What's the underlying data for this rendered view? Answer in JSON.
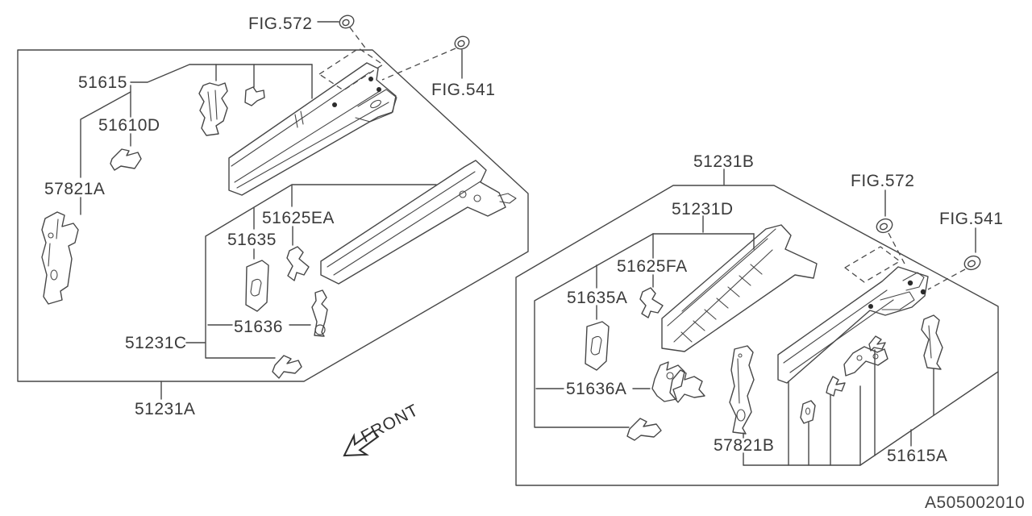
{
  "diagram": {
    "kind": "parts-exploded-diagram",
    "code": "A505002010",
    "front_label": "FRONT",
    "colors": {
      "background": "#ffffff",
      "line": "#474747",
      "text": "#3a3a3a"
    }
  },
  "figs": {
    "fig572": "FIG.572",
    "fig541": "FIG.541"
  },
  "parts_left": {
    "p51615": "51615",
    "p51610D": "51610D",
    "p57821A": "57821A",
    "p51625EA": "51625EA",
    "p51635": "51635",
    "p51636": "51636",
    "p51231C": "51231C",
    "p51231A": "51231A"
  },
  "parts_right": {
    "p51231B": "51231B",
    "p51231D": "51231D",
    "p51625FA": "51625FA",
    "p51635A": "51635A",
    "p51636A": "51636A",
    "p57821B": "57821B",
    "p51615A": "51615A"
  }
}
